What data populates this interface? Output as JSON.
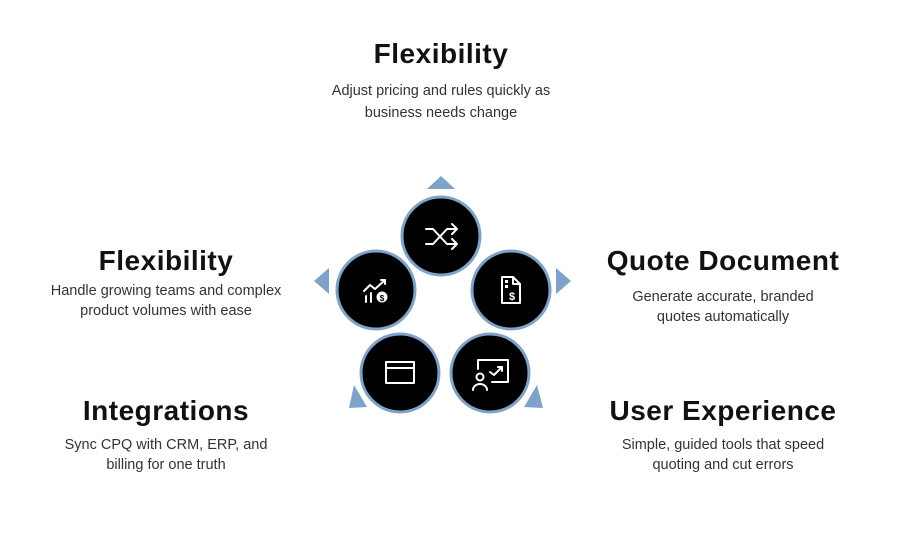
{
  "sections": [
    {
      "id": "top",
      "title": "Flexibility",
      "desc_lines": [
        "Adjust pricing and rules quickly as",
        "business needs change"
      ],
      "icon": "shuffle-icon"
    },
    {
      "id": "left",
      "title": "Flexibility",
      "desc_lines": [
        "Handle growing teams and complex",
        "product volumes with ease"
      ],
      "icon": "chart-growth-dollar-icon"
    },
    {
      "id": "right",
      "title": "Quote Document",
      "desc_lines": [
        "Generate accurate, branded",
        "quotes automatically"
      ],
      "icon": "invoice-dollar-icon"
    },
    {
      "id": "bottom_left",
      "title": "Integrations",
      "desc_lines": [
        "Sync CPQ with CRM, ERP, and",
        "billing for one truth"
      ],
      "icon": "browser-window-icon"
    },
    {
      "id": "bottom_right",
      "title": "User Experience",
      "desc_lines": [
        "Simple, guided tools that speed",
        "quoting and cut errors"
      ],
      "icon": "presenter-board-icon"
    }
  ],
  "colors": {
    "accent": "#7fa3c8",
    "circle": "#000000",
    "text": "#111111"
  }
}
